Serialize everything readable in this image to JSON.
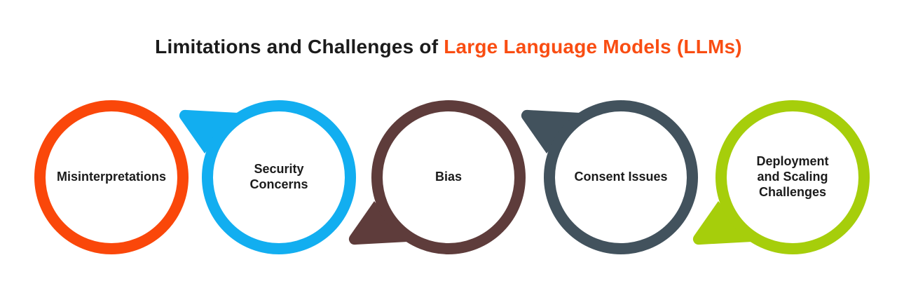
{
  "title": {
    "black_text": "Limitations and Challenges of ",
    "accent_text": "Large Language Models (LLMs)",
    "text_color": "#1B1B1B",
    "accent_color": "#F94D12"
  },
  "background_color": "#FFFFFF",
  "items": [
    {
      "label": "Misinterpretations",
      "color": "#FA470A",
      "tail": "none"
    },
    {
      "label": "Security\nConcerns",
      "color": "#12AEF0",
      "tail": "upper-left"
    },
    {
      "label": "Bias",
      "color": "#5E3C3B",
      "tail": "lower-left"
    },
    {
      "label": "Consent Issues",
      "color": "#42525D",
      "tail": "upper-left"
    },
    {
      "label": "Deployment\nand Scaling\nChallenges",
      "color": "#A6CE0B",
      "tail": "lower-left"
    }
  ]
}
